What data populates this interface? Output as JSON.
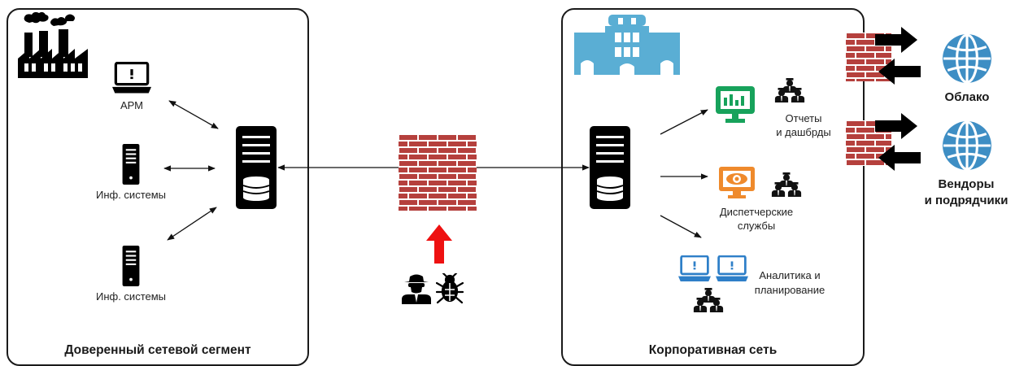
{
  "trusted_segment": {
    "title": "Доверенный сетевой сегмент",
    "nodes": {
      "workstation": "АРМ",
      "info_system_1": "Инф. системы",
      "info_system_2": "Инф. системы"
    }
  },
  "corporate_network": {
    "title": "Корпоративная сеть",
    "services": {
      "reports": "Отчеты\nи дашбрды",
      "dispatch": "Диспетчерские\nслужбы",
      "analytics": "Аналитика и\nпланирование"
    }
  },
  "external": {
    "cloud": "Облако",
    "vendors": "Вендоры\nи подрядчики"
  },
  "colors": {
    "brick": "#b5403d",
    "building": "#5aaed4",
    "monitor_green": "#17a25b",
    "monitor_orange": "#ef8a2c",
    "laptop_blue": "#2e7fc8",
    "threat_arrow": "#ee1111",
    "globe": "#3e8ec4"
  },
  "icons": [
    "factory-icon",
    "laptop-icon",
    "server-icon",
    "firewall-icon",
    "hacker-icon",
    "bug-icon",
    "building-icon",
    "dashboard-monitor-icon",
    "users-icon",
    "globe-icon"
  ]
}
